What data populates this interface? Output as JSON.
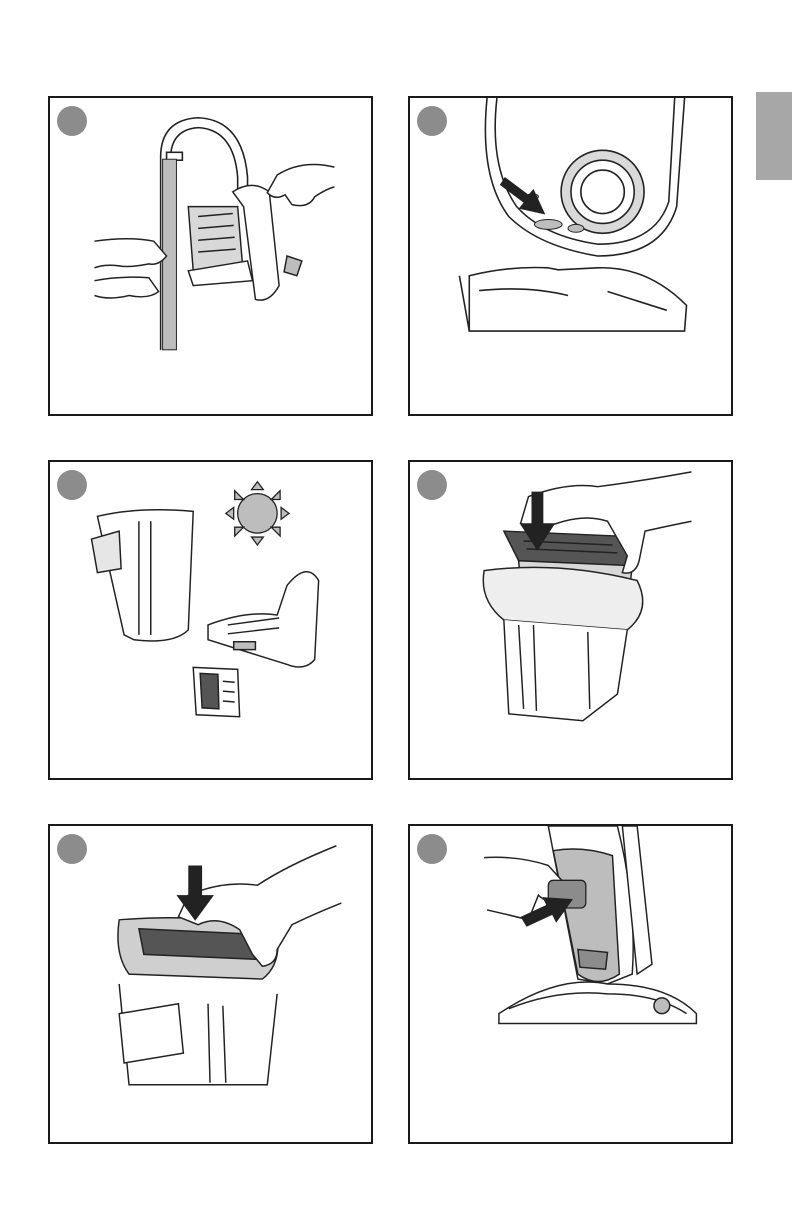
{
  "side_tab": {
    "color": "#a7a7a7"
  },
  "panels": [
    {
      "step": "",
      "illustration": "rinse-dust-cup-under-faucet",
      "icons": [
        "faucet-icon",
        "hand-icon"
      ]
    },
    {
      "step": "",
      "illustration": "clean-suction-inlet",
      "icons": [
        "arrow-icon"
      ]
    },
    {
      "step": "",
      "illustration": "air-dry-parts",
      "icons": [
        "sun-icon"
      ]
    },
    {
      "step": "",
      "illustration": "insert-filter",
      "icons": [
        "arrow-down-icon",
        "hand-icon"
      ]
    },
    {
      "step": "",
      "illustration": "close-filter-lid",
      "icons": [
        "arrow-down-icon",
        "hand-icon"
      ]
    },
    {
      "step": "",
      "illustration": "reattach-dust-cup",
      "icons": [
        "arrow-icon",
        "hand-icon"
      ]
    }
  ],
  "colors": {
    "badge": "#8c8c8c",
    "frame": "#1a1a1a",
    "fill_grey": "#bdbdbd",
    "line": "#222222"
  }
}
